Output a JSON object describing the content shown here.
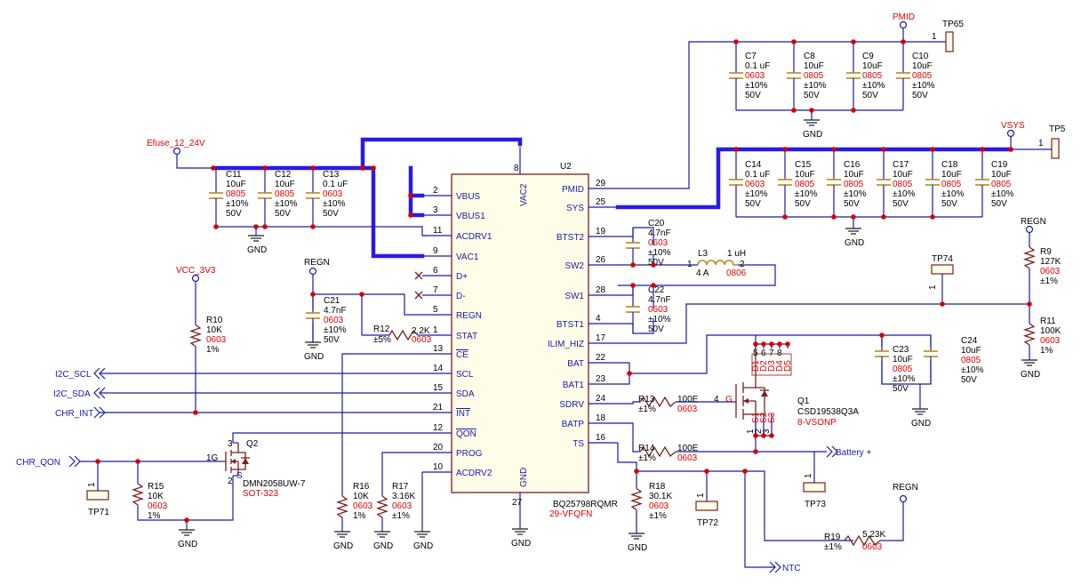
{
  "ic": {
    "ref": "U2",
    "part": "BQ25798RQMR",
    "pkg": "29-VFQFN",
    "left_pins": [
      {
        "num": "2",
        "name": "VBUS"
      },
      {
        "num": "3",
        "name": "VBUS1"
      },
      {
        "num": "11",
        "name": "ACDRV1"
      },
      {
        "num": "9",
        "name": "VAC1"
      },
      {
        "num": "6",
        "name": "D+"
      },
      {
        "num": "7",
        "name": "D-"
      },
      {
        "num": "5",
        "name": "REGN"
      },
      {
        "num": "1",
        "name": "STAT"
      },
      {
        "num": "13",
        "name": "CE"
      },
      {
        "num": "14",
        "name": "SCL"
      },
      {
        "num": "15",
        "name": "SDA"
      },
      {
        "num": "21",
        "name": "INT"
      },
      {
        "num": "12",
        "name": "QON"
      },
      {
        "num": "20",
        "name": "PROG"
      },
      {
        "num": "10",
        "name": "ACDRV2"
      }
    ],
    "right_pins": [
      {
        "num": "29",
        "name": "PMID"
      },
      {
        "num": "25",
        "name": "SYS"
      },
      {
        "num": "19",
        "name": "BTST2"
      },
      {
        "num": "26",
        "name": "SW2"
      },
      {
        "num": "28",
        "name": "SW1"
      },
      {
        "num": "4",
        "name": "BTST1"
      },
      {
        "num": "17",
        "name": "ILIM_HIZ"
      },
      {
        "num": "22",
        "name": "BAT"
      },
      {
        "num": "23",
        "name": "BAT1"
      },
      {
        "num": "24",
        "name": "SDRV"
      },
      {
        "num": "18",
        "name": "BATP"
      },
      {
        "num": "16",
        "name": "TS"
      }
    ],
    "top_pin": {
      "num": "8",
      "name": "VAC2"
    },
    "bottom_pin": {
      "num": "27",
      "name": "GND"
    }
  },
  "nets": {
    "efuse": "Efuse_12_24V",
    "vcc": "VCC_3V3",
    "pmid": "PMID",
    "vsys": "VSYS",
    "regn": "REGN",
    "gnd": "GND",
    "i2c_scl": "I2C_SCL",
    "i2c_sda": "I2C_SDA",
    "chr_int": "CHR_INT",
    "chr_qon": "CHR_QON",
    "battery": "Battery +",
    "ntc": "NTC"
  },
  "components": [
    {
      "id": "C7",
      "l1": "0.1 uF",
      "pkg": "0603",
      "tol": "±10%",
      "v": "50V"
    },
    {
      "id": "C8",
      "l1": "10uF",
      "pkg": "0805",
      "tol": "±10%",
      "v": "50V"
    },
    {
      "id": "C9",
      "l1": "10uF",
      "pkg": "0805",
      "tol": "±10%",
      "v": "50V"
    },
    {
      "id": "C10",
      "l1": "10uF",
      "pkg": "0805",
      "tol": "±10%",
      "v": "50V"
    },
    {
      "id": "C11",
      "l1": "10uF",
      "pkg": "0805",
      "tol": "±10%",
      "v": "50V"
    },
    {
      "id": "C12",
      "l1": "10uF",
      "pkg": "0805",
      "tol": "±10%",
      "v": "50V"
    },
    {
      "id": "C13",
      "l1": "0.1 uF",
      "pkg": "0603",
      "tol": "±10%",
      "v": "50V"
    },
    {
      "id": "C14",
      "l1": "0.1 uF",
      "pkg": "0603",
      "tol": "±10%",
      "v": "50V"
    },
    {
      "id": "C15",
      "l1": "10uF",
      "pkg": "0805",
      "tol": "±10%",
      "v": "50V"
    },
    {
      "id": "C16",
      "l1": "10uF",
      "pkg": "0805",
      "tol": "±10%",
      "v": "50V"
    },
    {
      "id": "C17",
      "l1": "10uF",
      "pkg": "0805",
      "tol": "±10%",
      "v": "50V"
    },
    {
      "id": "C18",
      "l1": "10uF",
      "pkg": "0805",
      "tol": "±10%",
      "v": "50V"
    },
    {
      "id": "C19",
      "l1": "10uF",
      "pkg": "0805",
      "tol": "±10%",
      "v": "50V"
    },
    {
      "id": "C20",
      "l1": "4.7nF",
      "pkg": "0603",
      "tol": "±10%",
      "v": "50V"
    },
    {
      "id": "C22",
      "l1": "4.7nF",
      "pkg": "0603",
      "tol": "±10%",
      "v": "50V"
    },
    {
      "id": "C21",
      "l1": "4.7nF",
      "pkg": "0603",
      "tol": "±10%",
      "v": "50V"
    },
    {
      "id": "C23",
      "l1": "10uF",
      "pkg": "0805",
      "tol": "±10%",
      "v": "50V"
    },
    {
      "id": "C24",
      "l1": "10uF",
      "pkg": "0805",
      "tol": "±10%",
      "v": "50V"
    },
    {
      "id": "R9",
      "l1": "127K",
      "pkg": "0603",
      "tol": "±1%",
      "v": ""
    },
    {
      "id": "R11",
      "l1": "100K",
      "pkg": "0603",
      "tol": "1%",
      "v": ""
    },
    {
      "id": "R10",
      "l1": "10K",
      "pkg": "0603",
      "tol": "1%",
      "v": ""
    },
    {
      "id": "R15",
      "l1": "10K",
      "pkg": "0603",
      "tol": "1%",
      "v": ""
    },
    {
      "id": "R16",
      "l1": "10K",
      "pkg": "0603",
      "tol": "1%",
      "v": ""
    },
    {
      "id": "R17",
      "l1": "3.16K",
      "pkg": "0603",
      "tol": "±1%",
      "v": ""
    },
    {
      "id": "R18",
      "l1": "30.1K",
      "pkg": "0603",
      "tol": "±1%",
      "v": ""
    }
  ],
  "inline": {
    "r12": {
      "id": "R12",
      "val": "2.2K",
      "tol": "±5%",
      "pkg": "0603"
    },
    "r13": {
      "id": "R13",
      "val": "100E",
      "tol": "±1%",
      "pkg": "0603"
    },
    "r14": {
      "id": "R14",
      "val": "100E",
      "tol": "±1%",
      "pkg": "0603"
    },
    "r19": {
      "id": "R19",
      "val": "5.23K",
      "tol": "±1%",
      "pkg": "0603"
    },
    "l3": {
      "id": "L3",
      "val": "1 uH",
      "cur": "4 A",
      "pkg": "0806",
      "p1": "1",
      "p2": "2"
    },
    "q1": {
      "id": "Q1",
      "part": "CSD19538Q3A",
      "pkg": "8-VSONP",
      "g": "G",
      "gpin": "4",
      "dpins": [
        "5",
        "6",
        "7",
        "8"
      ],
      "dlabels": [
        "D1",
        "D2",
        "D3",
        "D4",
        "D5"
      ],
      "spins": [
        "1",
        "2",
        "3"
      ],
      "slabels": [
        "S1",
        "S2",
        "S3"
      ]
    },
    "q2": {
      "id": "Q2",
      "part": "DMN2058UW-7",
      "pkg": "SOT-323",
      "g": "1G",
      "d": "3",
      "s": "2",
      "sl": "S"
    }
  },
  "testpoints": [
    {
      "id": "TP65",
      "pin": "1"
    },
    {
      "id": "TP5",
      "pin": "1"
    },
    {
      "id": "TP74",
      "pin": "1"
    },
    {
      "id": "TP71",
      "pin": "1"
    },
    {
      "id": "TP72",
      "pin": "1"
    },
    {
      "id": "TP73",
      "pin": "1"
    }
  ]
}
